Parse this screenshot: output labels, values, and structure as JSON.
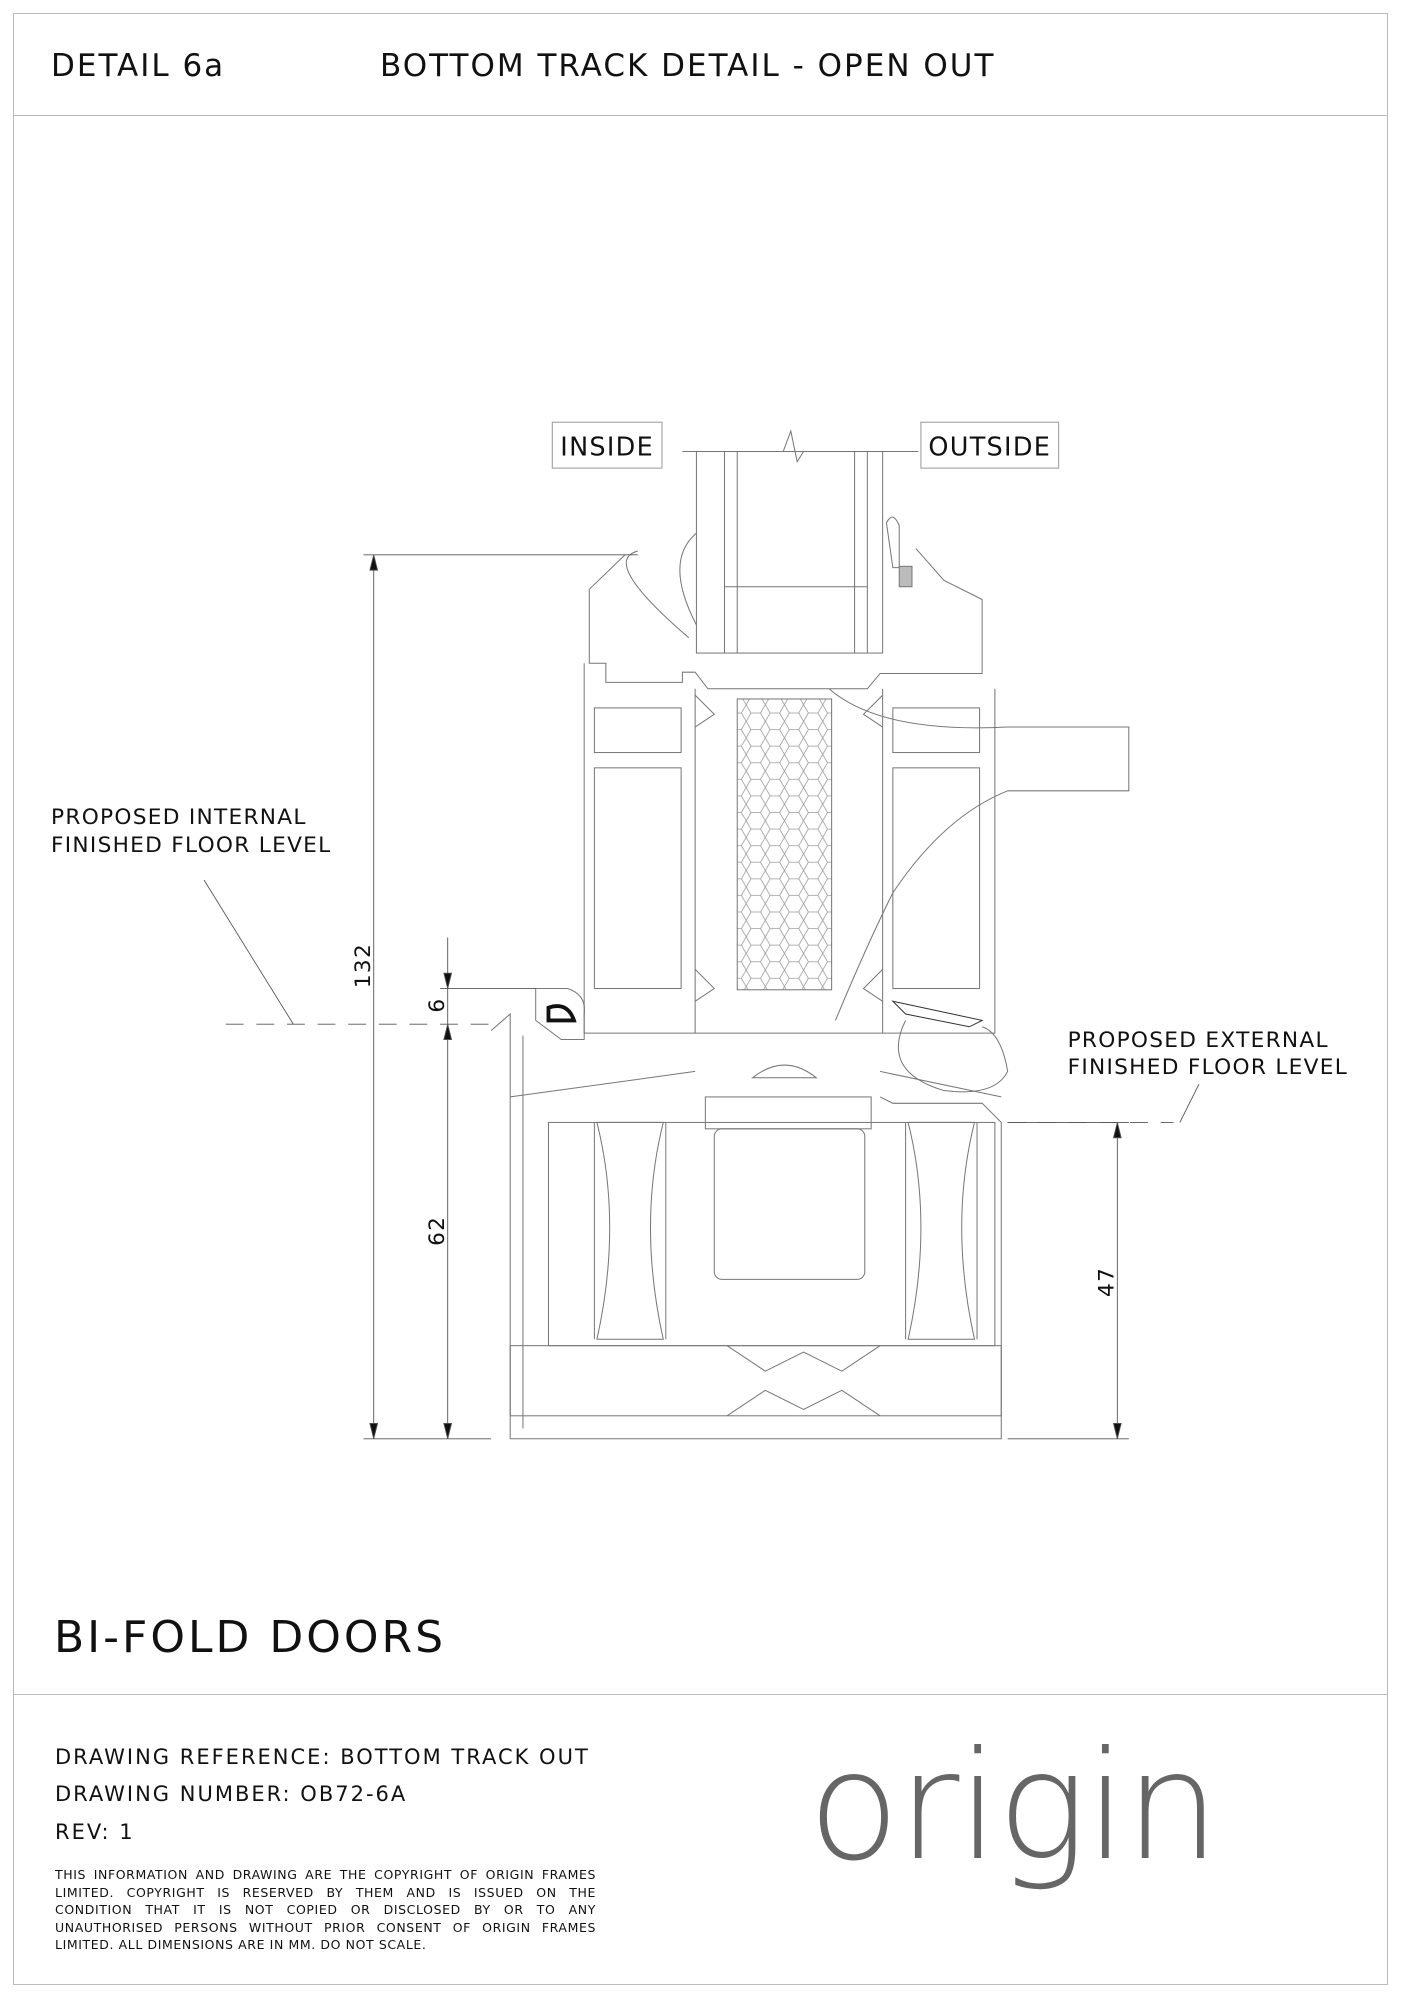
{
  "header": {
    "detail": "DETAIL 6a",
    "title": "BOTTOM TRACK DETAIL - OPEN OUT"
  },
  "drawing": {
    "inside_label": "INSIDE",
    "outside_label": "OUTSIDE",
    "internal_ffl": [
      "PROPOSED INTERNAL",
      "FINISHED FLOOR LEVEL"
    ],
    "external_ffl": [
      "PROPOSED EXTERNAL",
      "FINISHED FLOOR LEVEL"
    ],
    "dimensions": {
      "overall": "132",
      "step": "6",
      "internal_height": "62",
      "external_height": "47"
    }
  },
  "product": "BI-FOLD DOORS",
  "title_block": {
    "reference": "DRAWING REFERENCE: BOTTOM TRACK OUT",
    "number": "DRAWING NUMBER: OB72-6A",
    "rev": "REV: 1",
    "copyright": "THIS INFORMATION AND DRAWING ARE THE COPYRIGHT OF ORIGIN FRAMES LIMITED. COPYRIGHT IS RESERVED BY THEM AND IS ISSUED ON THE CONDITION THAT IT IS NOT COPIED OR DISCLOSED BY OR TO ANY UNAUTHORISED PERSONS WITHOUT PRIOR CONSENT OF ORIGIN FRAMES LIMITED. ALL DIMENSIONS ARE IN MM. DO NOT SCALE."
  },
  "logo": {
    "text": "origin",
    "color": "#666666"
  }
}
